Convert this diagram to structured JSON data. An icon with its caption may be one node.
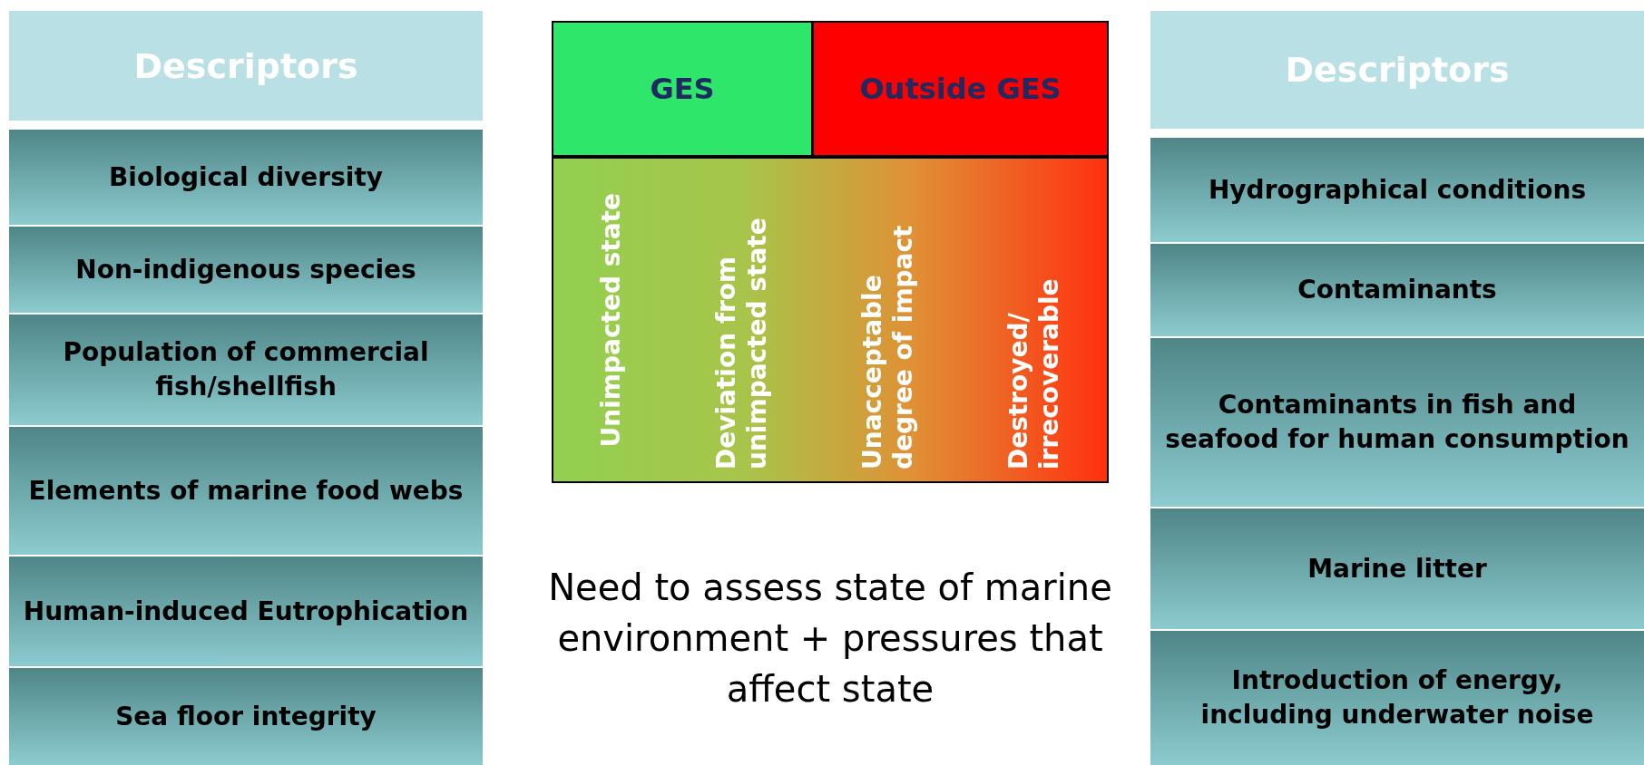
{
  "diagram": {
    "nodes": [
      {
        "text": [
          "Descriptors"
        ]
      },
      {
        "text": [
          "Biological diversity"
        ]
      },
      {
        "text": [
          "Non-indigenous species"
        ]
      },
      {
        "text": [
          "Population of commercial fish/shellfish"
        ]
      },
      {
        "text": [
          "Elements of marine food webs"
        ]
      },
      {
        "text": [
          "Human-induced Eutrophication"
        ]
      },
      {
        "text": [
          "Sea floor integrity"
        ]
      },
      {
        "text": [
          "GES"
        ]
      },
      {
        "text": [
          "Outside GES"
        ]
      },
      {
        "text": [
          "Unimpacted state",
          "Deviation from unimpacted state",
          "Unacceptable degree of impact",
          "Destroyed/ irrecoverable"
        ]
      },
      {
        "text": [
          "Descriptors"
        ]
      },
      {
        "text": [
          "Hydrographical conditions"
        ]
      },
      {
        "text": [
          "Contaminants"
        ]
      },
      {
        "text": [
          "Contaminants in fish and seafood for human consumption"
        ]
      },
      {
        "text": [
          "Marine litter"
        ]
      },
      {
        "text": [
          "Introduction of energy, including underwater noise"
        ]
      }
    ],
    "labels": [
      "Need to assess state of marine environment + pressures that affect state"
    ]
  }
}
